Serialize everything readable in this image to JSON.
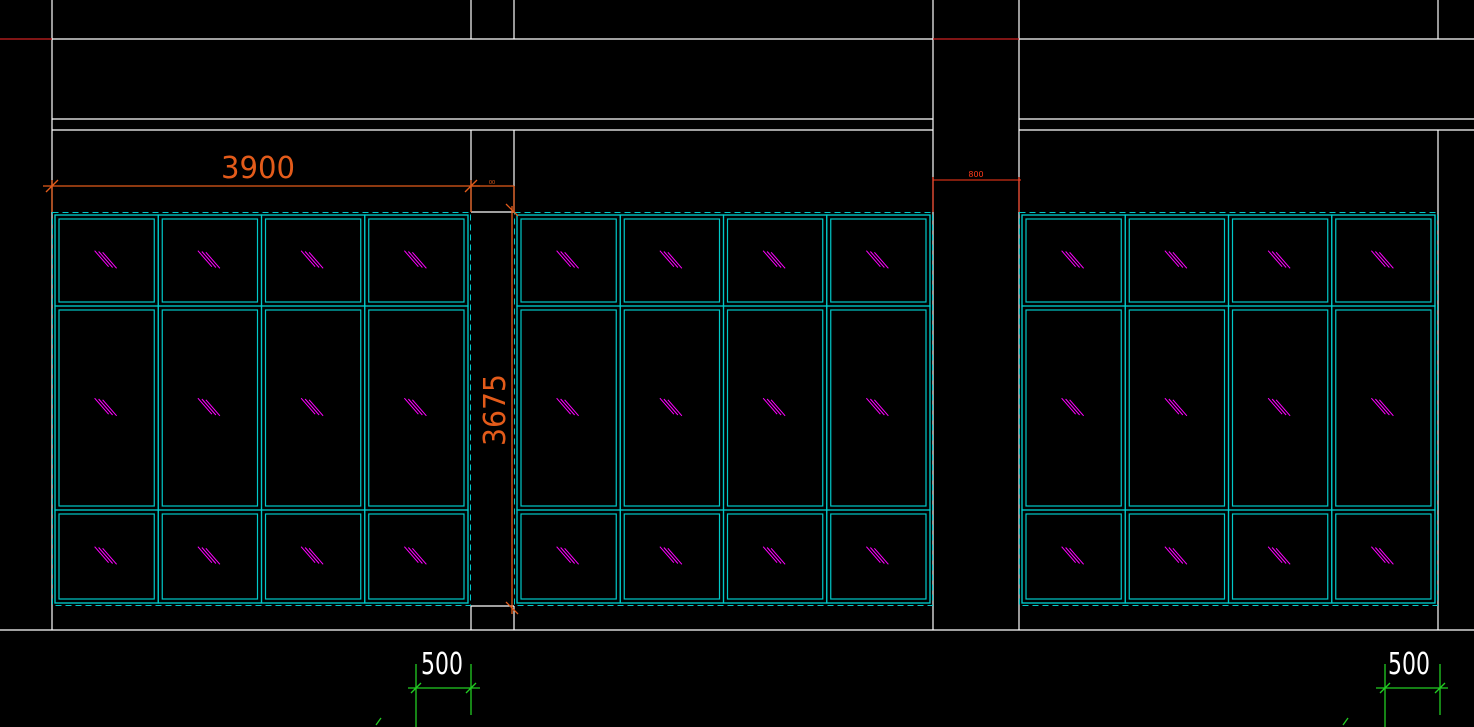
{
  "drawing": {
    "colors": {
      "background": "#000000",
      "structure": "#ffffff",
      "window_frame": "#00c8c8",
      "glass_mark": "#ff00ff",
      "dimension_main": "#e35b1a",
      "dimension_secondary": "#ff3a1a",
      "dimension_green": "#22cc22",
      "red_reference": "#cc2222"
    },
    "dimensions": {
      "width_label": "3900",
      "height_label": "3675",
      "pier_gap_label": "800",
      "small_tick_label": "00",
      "left_offset_label": "500",
      "right_offset_label": "500"
    },
    "window_units": [
      {
        "name": "window-left",
        "columns": 4,
        "rows": 3
      },
      {
        "name": "window-middle",
        "columns": 4,
        "rows": 3
      },
      {
        "name": "window-right",
        "columns": 4,
        "rows": 3
      }
    ]
  }
}
